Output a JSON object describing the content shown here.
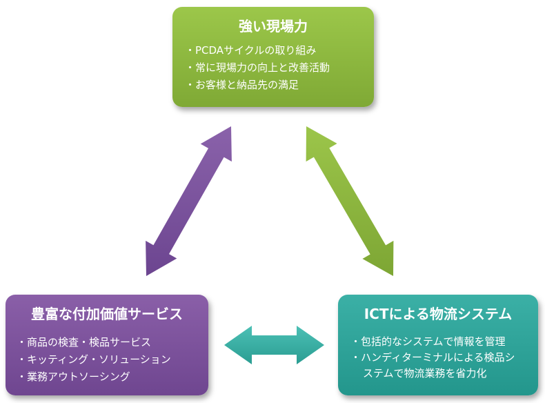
{
  "top_box": {
    "title": "強い現場力",
    "items": [
      "・PCDAサイクルの取り組み",
      "・常に現場力の向上と改善活動",
      "・お客様と納品先の満足"
    ],
    "color": "#8fba3f"
  },
  "left_box": {
    "title": "豊富な付加価値サービス",
    "items": [
      "・商品の検査・検品サービス",
      "・キッティング・ソリューション",
      "・業務アウトソーシング"
    ],
    "color": "#7b529c"
  },
  "right_box": {
    "title": "ICTによる物流システム",
    "items": [
      "・包括的なシステムで情報を管理",
      "・ハンディターミナルによる検品シ",
      "ステムで物流業務を省力化"
    ],
    "color": "#2ea398"
  },
  "arrows": {
    "left_color": "#7b529c",
    "right_color": "#8fba3f",
    "bottom_color": "#2ea398"
  }
}
